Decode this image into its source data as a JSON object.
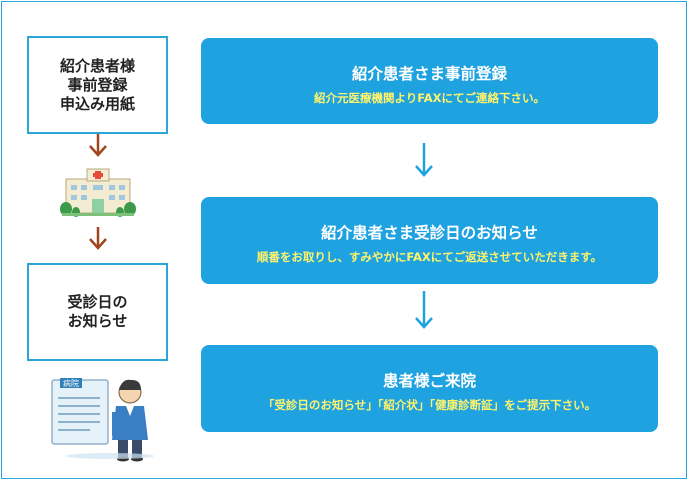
{
  "left_column": {
    "form_box": "紹介患者様\n事前登録\n申込み用紙",
    "notice_box": "受診日の\nお知らせ",
    "hospital_sign": "病院"
  },
  "steps": [
    {
      "title": "紹介患者さま事前登録",
      "subtitle": "紹介元医療機関よりFAXにてご連絡下さい。"
    },
    {
      "title": "紹介患者さま受診日のお知らせ",
      "subtitle": "順番をお取りし、すみやかにFAXにてご返送させていただきます。"
    },
    {
      "title": "患者様ご来院",
      "subtitle": "「受診日のお知らせ」「紹介状」「健康診断証」をご提示下さい。"
    }
  ],
  "colors": {
    "step_fill": "#1fa2e0",
    "subtitle_text": "#fff36b",
    "border": "#2aa6d8",
    "left_arrow": "#a0461e",
    "right_arrow": "#1fa2e0"
  }
}
